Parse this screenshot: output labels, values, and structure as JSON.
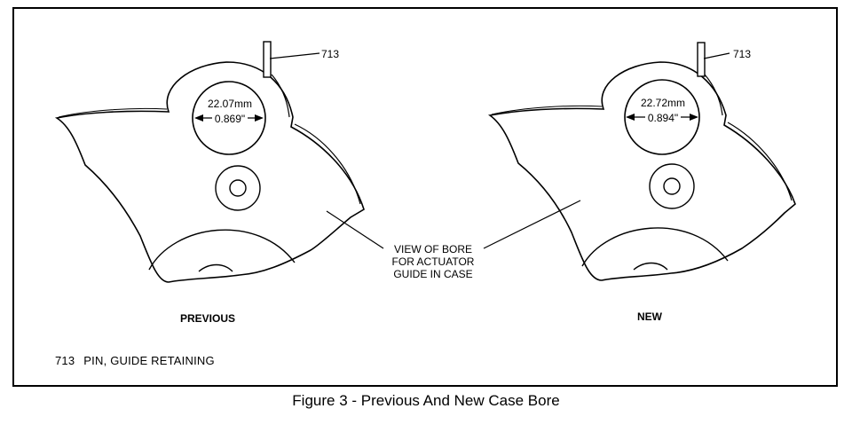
{
  "figure": {
    "caption": "Figure 3 - Previous And New Case Bore",
    "legend": {
      "number": "713",
      "description": "PIN, GUIDE RETAINING"
    },
    "callout": {
      "lines": [
        "VIEW OF BORE",
        "FOR ACTUATOR",
        "GUIDE IN CASE"
      ]
    },
    "parts": [
      {
        "id": "previous",
        "title": "PREVIOUS",
        "pin_label": "713",
        "bore_mm": "22.07mm",
        "bore_in": "0.869\""
      },
      {
        "id": "new",
        "title": "NEW",
        "pin_label": "713",
        "bore_mm": "22.72mm",
        "bore_in": "0.894\""
      }
    ]
  }
}
